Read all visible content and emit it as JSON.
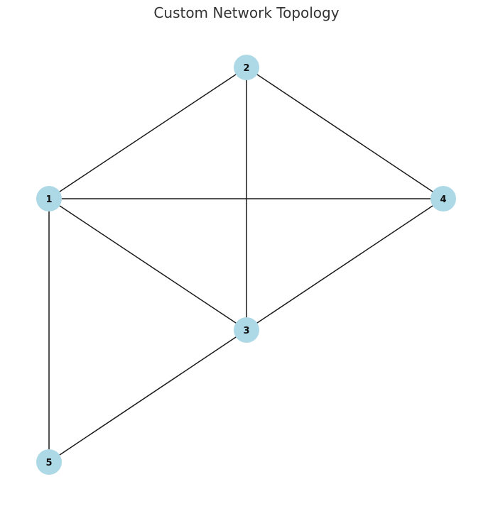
{
  "title": "Custom Network Topology",
  "colors": {
    "node": "#add8e6",
    "edge": "#1a1a1a",
    "label": "#111111"
  },
  "nodes": [
    {
      "id": "1",
      "label": "1"
    },
    {
      "id": "2",
      "label": "2"
    },
    {
      "id": "3",
      "label": "3"
    },
    {
      "id": "4",
      "label": "4"
    },
    {
      "id": "5",
      "label": "5"
    }
  ],
  "edges": [
    [
      "1",
      "2"
    ],
    [
      "2",
      "4"
    ],
    [
      "2",
      "3"
    ],
    [
      "1",
      "4"
    ],
    [
      "1",
      "3"
    ],
    [
      "3",
      "4"
    ],
    [
      "1",
      "5"
    ],
    [
      "3",
      "5"
    ]
  ]
}
